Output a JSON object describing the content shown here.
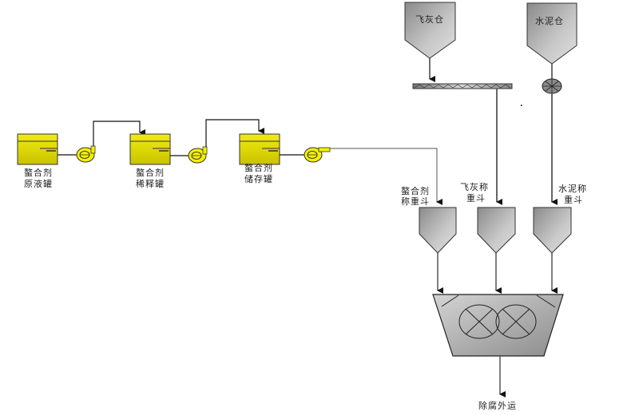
{
  "diagram": {
    "title": "",
    "tanks": [
      {
        "id": "raw",
        "label_line1": "螯合剂",
        "label_line2": "原液罐"
      },
      {
        "id": "dilute",
        "label_line1": "螯合剂",
        "label_line2": "稀释罐"
      },
      {
        "id": "storage",
        "label_line1": "螯合剂",
        "label_line2": "储存罐"
      }
    ],
    "pumps": [
      {
        "id": "pump1",
        "name": "pump"
      },
      {
        "id": "pump2",
        "name": "pump"
      },
      {
        "id": "pump3",
        "name": "pump"
      }
    ],
    "silos": [
      {
        "id": "flyash-silo",
        "label": "飞灰仓"
      },
      {
        "id": "cement-silo",
        "label": "水泥仓"
      }
    ],
    "screw_conveyor": {
      "name": "screw-conveyor"
    },
    "rotary_valve": {
      "name": "rotary-valve"
    },
    "weighing_hoppers": [
      {
        "id": "chelant-hopper",
        "label_line1": "螯合剂",
        "label_line2": "称重斗"
      },
      {
        "id": "flyash-hopper",
        "label_line1": "飞灰称",
        "label_line2": "重斗"
      },
      {
        "id": "cement-hopper",
        "label_line1": "水泥称",
        "label_line2": "重斗"
      }
    ],
    "mixer": {
      "name": "twin-shaft-mixer"
    },
    "output_label": "除腐外运",
    "colors": {
      "tank_fill": "#e8e000",
      "tank_dark": "#b8b000",
      "pump_fill": "#f5f000",
      "hopper_light": "#d0d0d0",
      "hopper_dark": "#7a7a7a",
      "line": "#111111"
    }
  }
}
